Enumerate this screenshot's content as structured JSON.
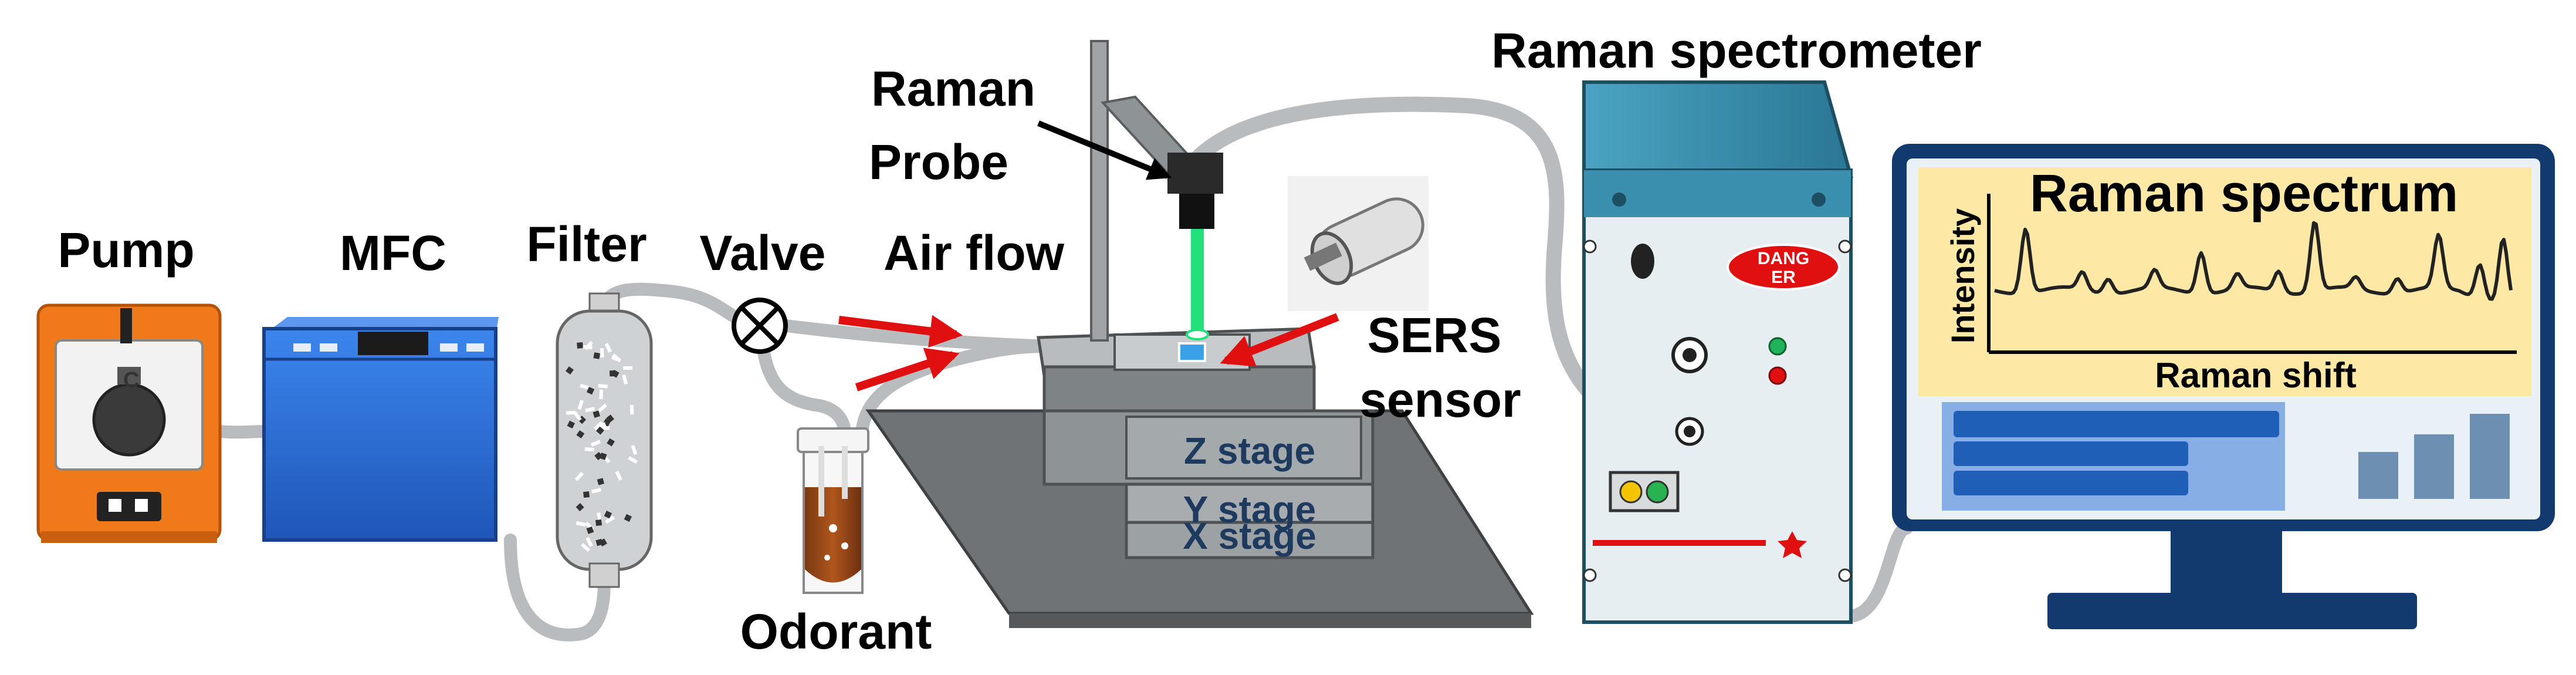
{
  "labels": {
    "pump": "Pump",
    "mfc": "MFC",
    "filter": "Filter",
    "valve": "Valve",
    "air_flow": "Air flow",
    "raman_probe_1": "Raman",
    "raman_probe_2": "Probe",
    "odorant": "Odorant",
    "sers_1": "SERS",
    "sers_2": "sensor",
    "raman_spectrometer": "Raman spectrometer",
    "z_stage": "Z stage",
    "y_stage": "Y stage",
    "x_stage": "X stage",
    "danger": "DANGER",
    "danger_1": "DANG",
    "danger_2": "ER"
  },
  "monitor": {
    "title": "Raman spectrum",
    "ylabel": "Intensity",
    "xlabel": "Raman shift"
  },
  "colors": {
    "pump_orange": "#f07a1a",
    "mfc_blue": "#2f6fd6",
    "spectrometer_teal": "#3a8fae",
    "monitor_navy": "#123a6e",
    "screen_yellow": "#fde8a6",
    "arrow_red": "#e01010",
    "laser_green": "#22e07a",
    "stage_gray": "#8a8f92",
    "tube_gray": "#b9bcbe"
  }
}
